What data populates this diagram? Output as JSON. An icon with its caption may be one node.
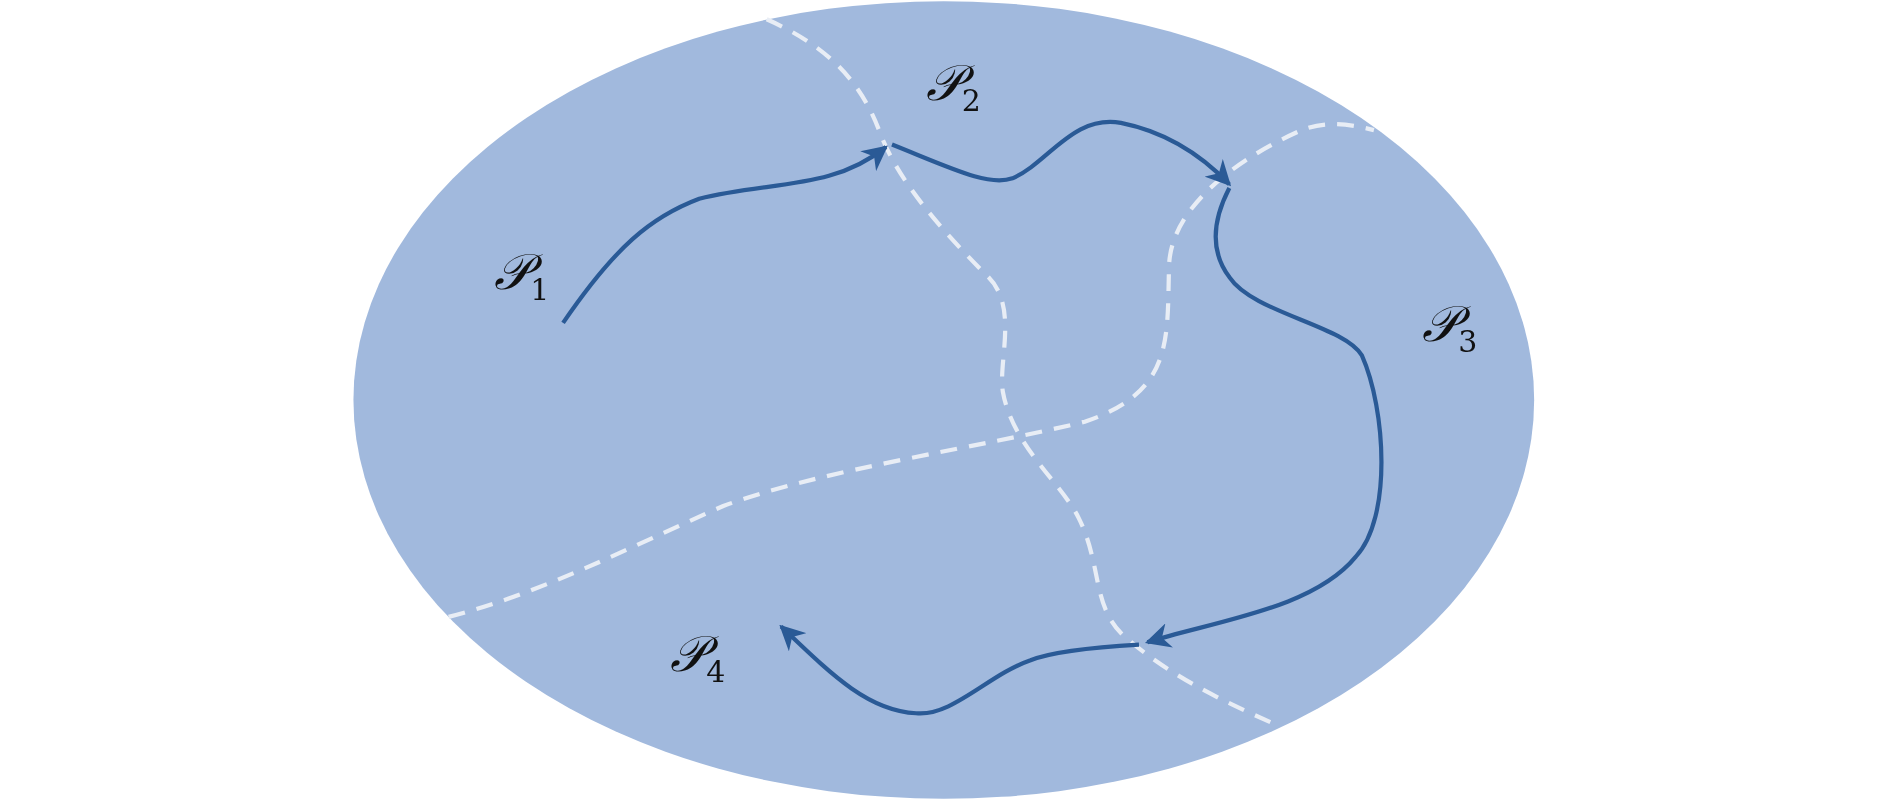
{
  "diagram": {
    "labels": [
      "𝒫$_{1}$",
      "𝒫$_{2}$",
      "𝒫$_{3}$",
      "𝒫$_{4}$"
    ]
  }
}
